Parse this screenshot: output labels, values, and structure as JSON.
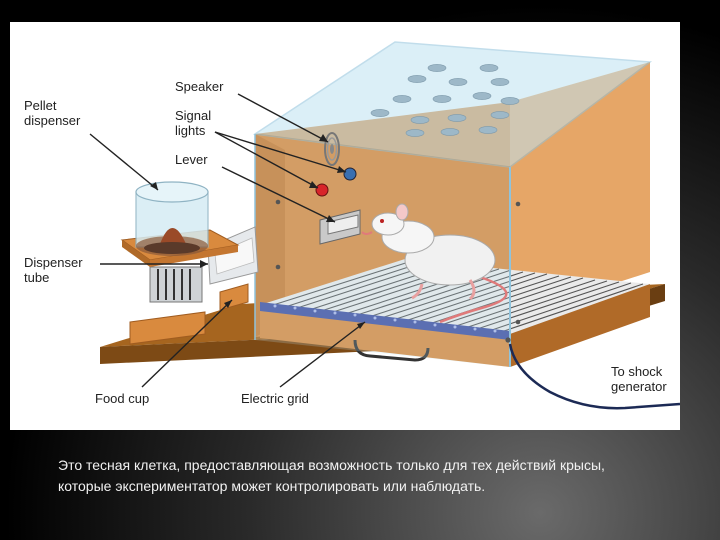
{
  "figure": {
    "labels": {
      "speaker": "Speaker",
      "pellet_dispenser": "Pellet\ndispenser",
      "signal_lights": "Signal\nlights",
      "lever": "Lever",
      "dispenser_tube": "Dispenser\ntube",
      "food_cup": "Food cup",
      "electric_grid": "Electric grid",
      "shock_generator": "To shock\ngenerator"
    }
  },
  "caption": "Это тесная клетка, предоставляющая возможность только для тех действий крысы, которые экспериментатор может контролировать или наблюдать.",
  "colors": {
    "wood": "#d98a3e",
    "wood_dark": "#b06a28",
    "glass": "#bfe3f2",
    "grid": "#3f4fa0",
    "signal_red": "#d8252a",
    "signal_blue": "#3a6fb0"
  }
}
